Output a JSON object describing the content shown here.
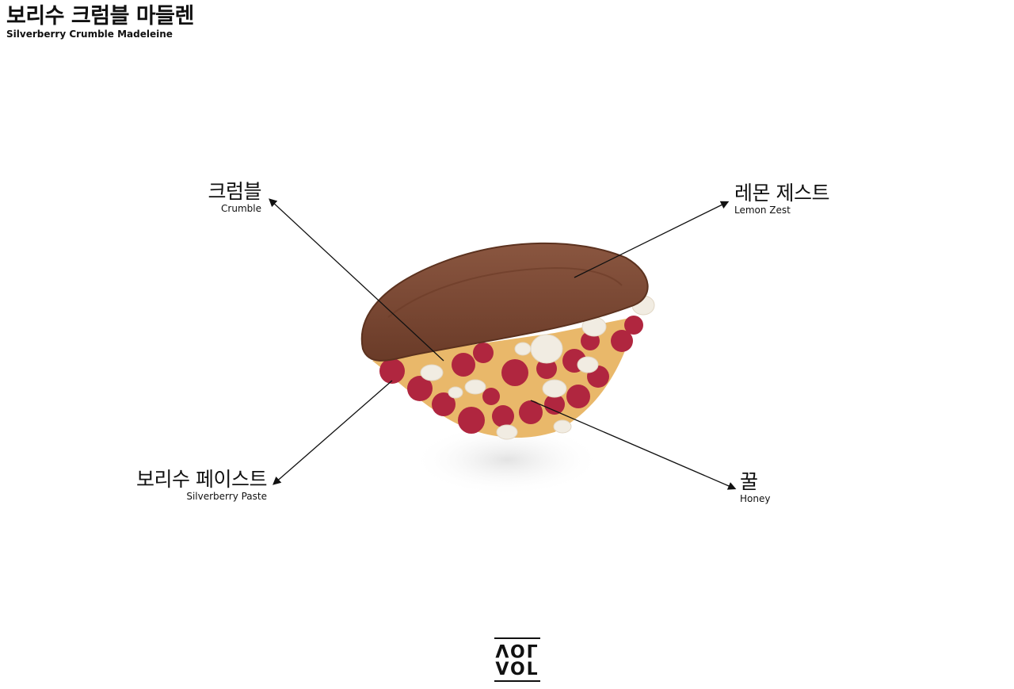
{
  "title": {
    "korean": "보리수 크럼블 마들렌",
    "english": "Silverberry Crumble Madeleine"
  },
  "callouts": {
    "crumble": {
      "korean": "크럼블",
      "english": "Crumble"
    },
    "lemon_zest": {
      "korean": "레몬 제스트",
      "english": "Lemon Zest"
    },
    "silverberry_paste": {
      "korean": "보리수 페이스트",
      "english": "Silverberry Paste"
    },
    "honey": {
      "korean": "꿀",
      "english": "Honey"
    }
  },
  "logo": {
    "text": "VOL"
  },
  "colors": {
    "background": "#ffffff",
    "cake": "#7a4a35",
    "berry": "#b0263f",
    "crumble": "#f1ece2",
    "honey": "#e7a85a",
    "ink": "#111111"
  }
}
